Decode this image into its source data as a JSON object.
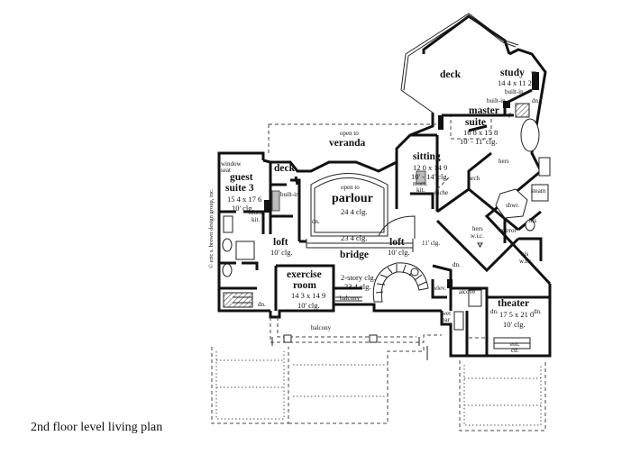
{
  "caption": "2nd floor level living plan",
  "copyright": "© eric s. brown design group, inc.",
  "rooms": {
    "deck_top": {
      "name": "deck"
    },
    "study": {
      "name": "study",
      "dim": "14 4 x 11 2"
    },
    "master_suite": {
      "name1": "master",
      "name2": "suite",
      "dim": "16 8 x 15 8",
      "clg": "10' - 11' clg."
    },
    "veranda": {
      "pre": "open to",
      "name": "veranda"
    },
    "sitting": {
      "name": "sitting",
      "dim": "12 0 x 14 9",
      "clg": "10' - 14' clg."
    },
    "guest_suite": {
      "name1": "guest",
      "name2": "suite 3",
      "dim": "15 4 x 17 6",
      "clg": "10' clg."
    },
    "deck_left": {
      "name": "deck"
    },
    "parlour": {
      "pre": "open to",
      "name": "parlour",
      "clg": "24 4 clg."
    },
    "loft_left": {
      "name": "loft",
      "clg": "10' clg."
    },
    "loft_right": {
      "name": "loft",
      "clg": "10' clg."
    },
    "bridge": {
      "name": "bridge",
      "clg": "23 4 clg."
    },
    "exercise": {
      "name1": "exercise",
      "name2": "room",
      "dim": "14 3 x 14 9",
      "clg": "10' clg."
    },
    "stair": {
      "clg": "2-story clg.",
      "dim": "23 4 clg."
    },
    "theater": {
      "name": "theater",
      "dim": "17 5 x 21 0",
      "clg": "10' clg."
    }
  },
  "labels": {
    "built_in_1": "built-in",
    "built_in_2": "built-in",
    "built_in_3": "built-in",
    "fp": "f.p.",
    "dn_1": "dn.",
    "dn_2": "dn.",
    "dn_3": "dn.",
    "dn_4": "dn.",
    "dn_5": "dn.",
    "dn_6": "dn.",
    "hers": "hers",
    "arch": "arch",
    "shwr": "shwr.",
    "steam": "steam",
    "his": "his",
    "hers_wic": "hers",
    "wic_1": "w.i.c.",
    "mirror": "mirror",
    "his_wic": "his",
    "wic_2": "w.i.c.",
    "niche": "niche",
    "morn_kit_1a": "morn.",
    "morn_kit_1b": "kit.",
    "morn_kit_2a": "morn.",
    "morn_kit_2b": "kit.",
    "window_seat_a": "window",
    "window_seat_b": "seat",
    "clg_11": "11' clg.",
    "alcove": "alcove",
    "elev": "elev.",
    "wet_bar_a": "wet",
    "wet_bar_b": "bar",
    "balcony_1": "balcony",
    "balcony_2": "balcony",
    "ent_ctr_a": "ent.",
    "ent_ctr_b": "ctr."
  }
}
